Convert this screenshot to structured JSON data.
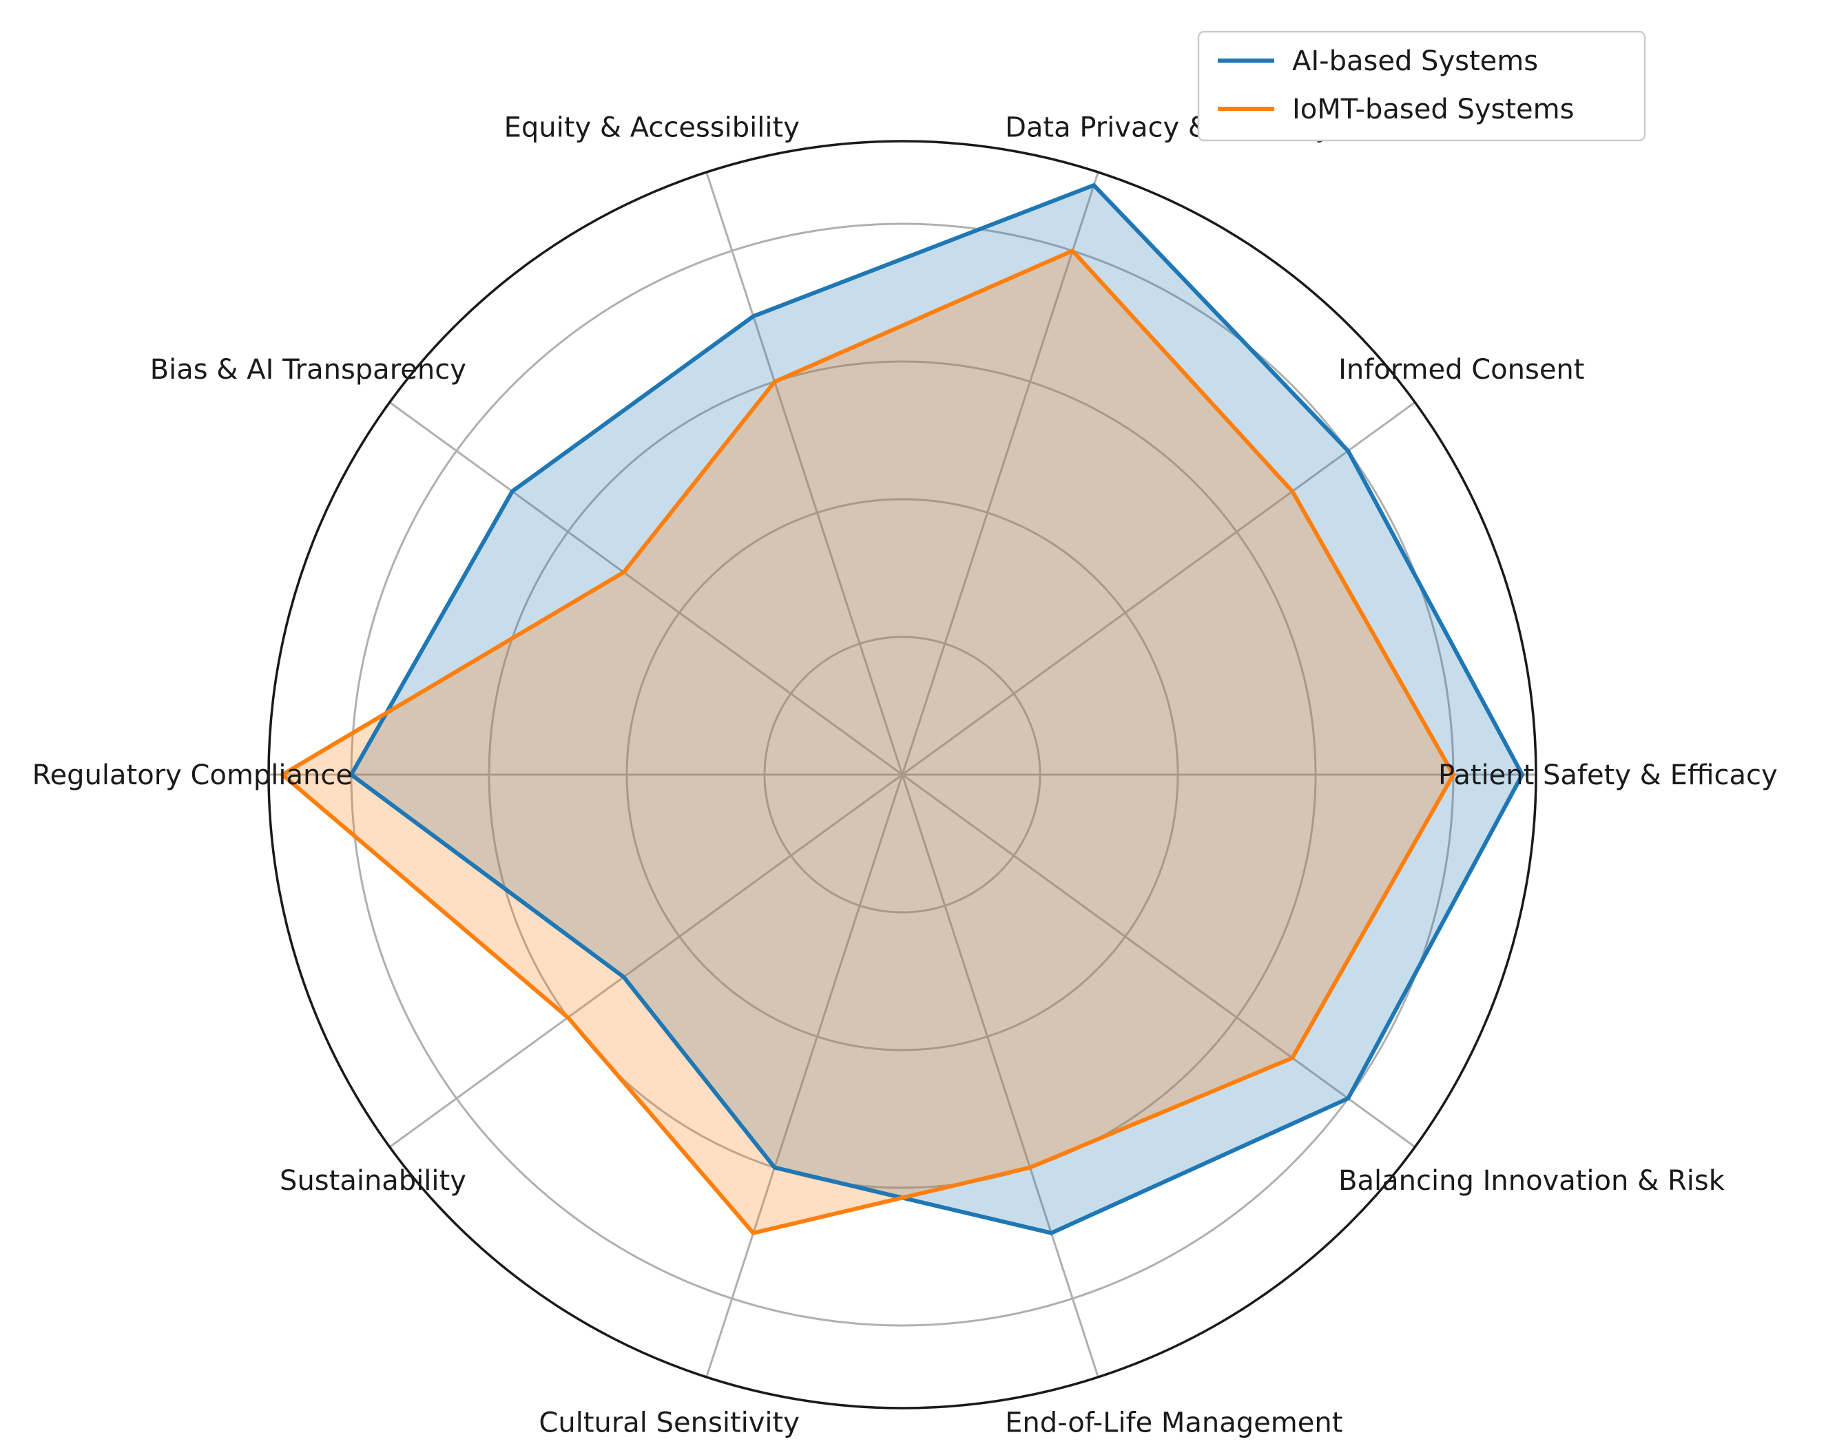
{
  "chart_data": {
    "type": "radar",
    "categories": [
      "Patient Safety & Efficacy",
      "Informed Consent",
      "Data Privacy & Security",
      "Equity & Accessibility",
      "Bias & AI Transparency",
      "Regulatory Compliance",
      "Sustainability",
      "Cultural Sensitivity",
      "End-of-Life Management",
      "Balancing Innovation & Risk"
    ],
    "series": [
      {
        "name": "AI-based Systems",
        "color": "#1f77b4",
        "fill_color": "#1f77b4",
        "fill_opacity": 0.25,
        "values": [
          9,
          8,
          9,
          7,
          7,
          8,
          5,
          6,
          7,
          8
        ]
      },
      {
        "name": "IoMT-based Systems",
        "color": "#ff7f0e",
        "fill_color": "#ff7f0e",
        "fill_opacity": 0.25,
        "values": [
          8,
          7,
          8,
          6,
          5,
          9,
          6,
          7,
          6,
          7
        ]
      }
    ],
    "rlim": [
      0,
      9.2
    ],
    "radial_grid": [
      2,
      4,
      6,
      8
    ],
    "radial_tick_labels": false,
    "grid": true,
    "legend": "top-right"
  }
}
